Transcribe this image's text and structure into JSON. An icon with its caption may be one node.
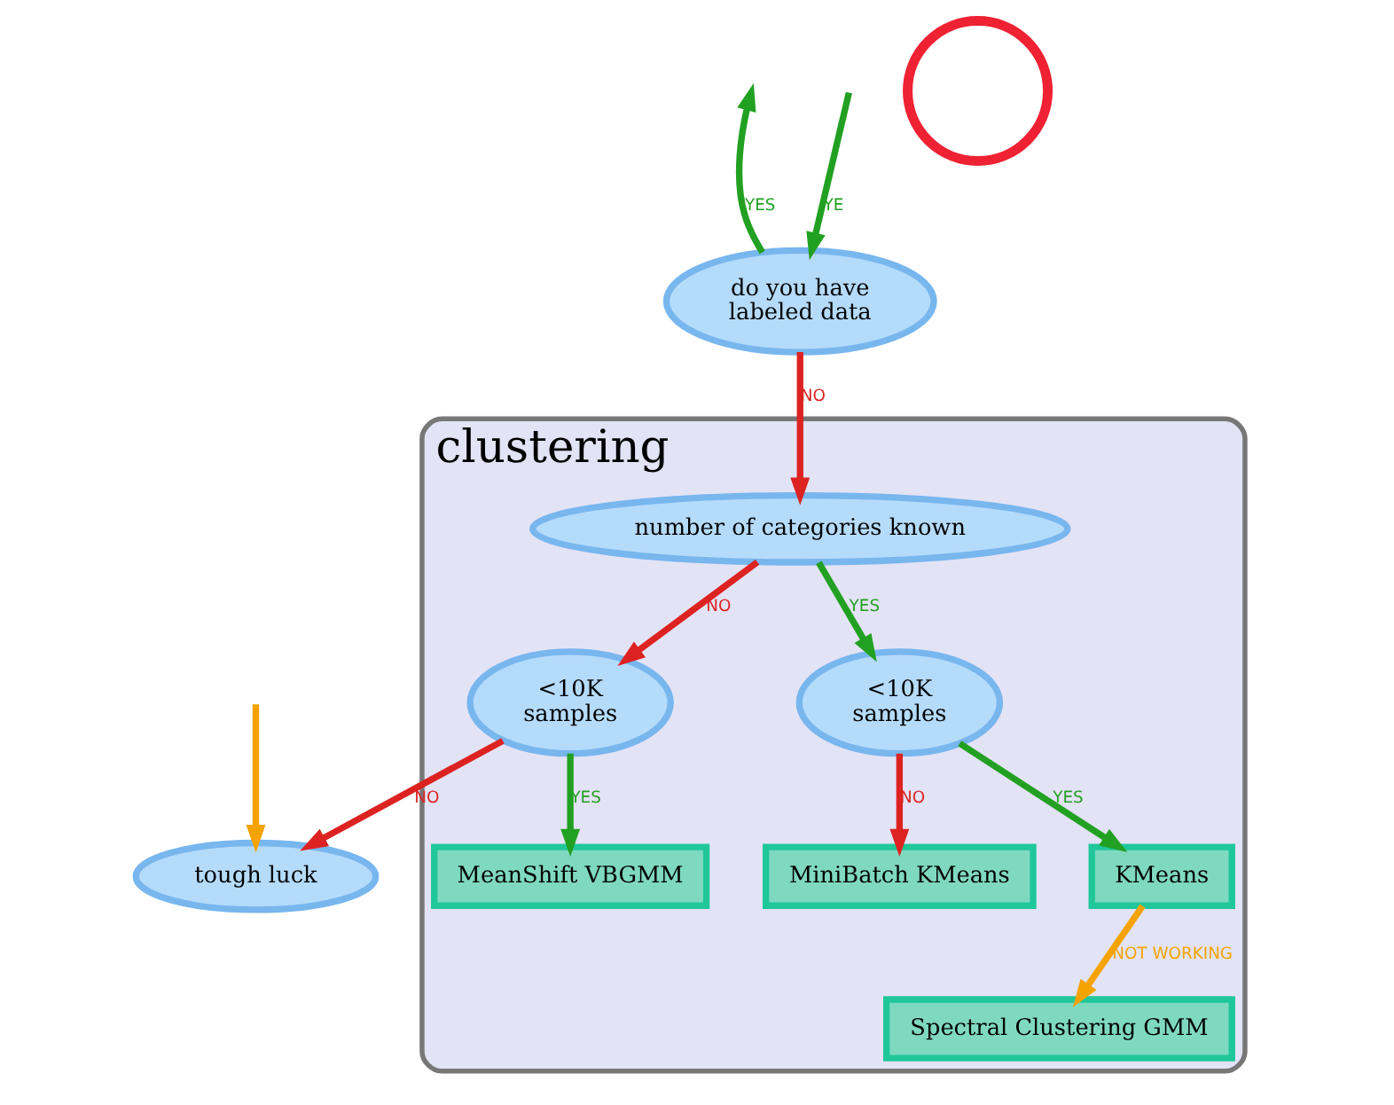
{
  "diagram": {
    "nodes": [
      {
        "text": [
          "clustering"
        ]
      },
      {
        "text": [
          "do you have",
          "labeled data"
        ]
      },
      {
        "text": [
          "number of categories known"
        ],
        "in": 0
      },
      {
        "text": [
          "<10K",
          "samples"
        ],
        "in": 0
      },
      {
        "text": [
          "KMeans"
        ],
        "in": 0
      },
      {
        "text": [
          "Spectral Clustering GMM"
        ],
        "in": 0
      },
      {
        "text": [
          "MiniBatch KMeans"
        ],
        "in": 0
      },
      {
        "text": [
          "<10K",
          "samples"
        ],
        "in": 0
      },
      {
        "text": [
          "MeanShift VBGMM"
        ],
        "in": 0
      },
      {
        "text": [],
        "shape": "circle"
      },
      {
        "text": [
          "tough luck"
        ]
      }
    ],
    "edges": [
      {
        "from": 1,
        "to": 2,
        "arrow": "to",
        "label": "NO",
        "color": "#dd2222"
      },
      {
        "from": 2,
        "to": 3,
        "arrow": "to",
        "label": "YES"
      },
      {
        "from": 3,
        "to": 4,
        "arrow": "to",
        "label": "YES"
      },
      {
        "from": 4,
        "to": 5,
        "arrow": "to",
        "label": "NOT WORKING",
        "color": "#f5a300"
      },
      {
        "from": 3,
        "to": 6,
        "arrow": "to",
        "label": "NO",
        "color": "#dd2222"
      },
      {
        "from": 2,
        "to": 7,
        "arrow": "to",
        "label": "NO",
        "color": "#dd2222"
      },
      {
        "from": 7,
        "to": 8,
        "arrow": "to",
        "label": "YES"
      },
      {
        "from": 7,
        "to": 10,
        "arrow": "to",
        "label": "NO",
        "color": "#dd2222"
      },
      {
        "from": 1,
        "to": null,
        "arrow": "to",
        "label": "YES"
      },
      {
        "from": null,
        "to": 1,
        "arrow": "to",
        "label": "YE"
      },
      {
        "from": null,
        "to": 10,
        "arrow": "to",
        "color": "#f5a300"
      }
    ]
  }
}
